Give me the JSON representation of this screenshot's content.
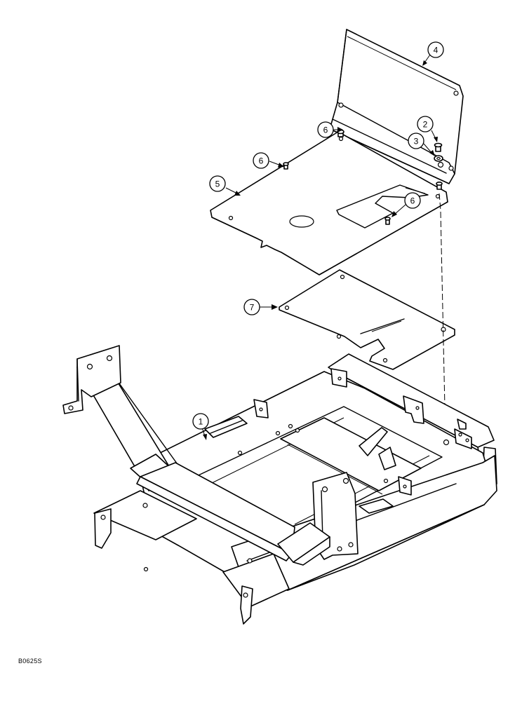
{
  "figure_code": "B0625S",
  "callouts": [
    {
      "id": "callout-1",
      "label": "1"
    },
    {
      "id": "callout-2",
      "label": "2"
    },
    {
      "id": "callout-3",
      "label": "3"
    },
    {
      "id": "callout-4",
      "label": "4"
    },
    {
      "id": "callout-5",
      "label": "5"
    },
    {
      "id": "callout-6a",
      "label": "6"
    },
    {
      "id": "callout-6b",
      "label": "6"
    },
    {
      "id": "callout-6c",
      "label": "6"
    },
    {
      "id": "callout-7",
      "label": "7"
    }
  ]
}
